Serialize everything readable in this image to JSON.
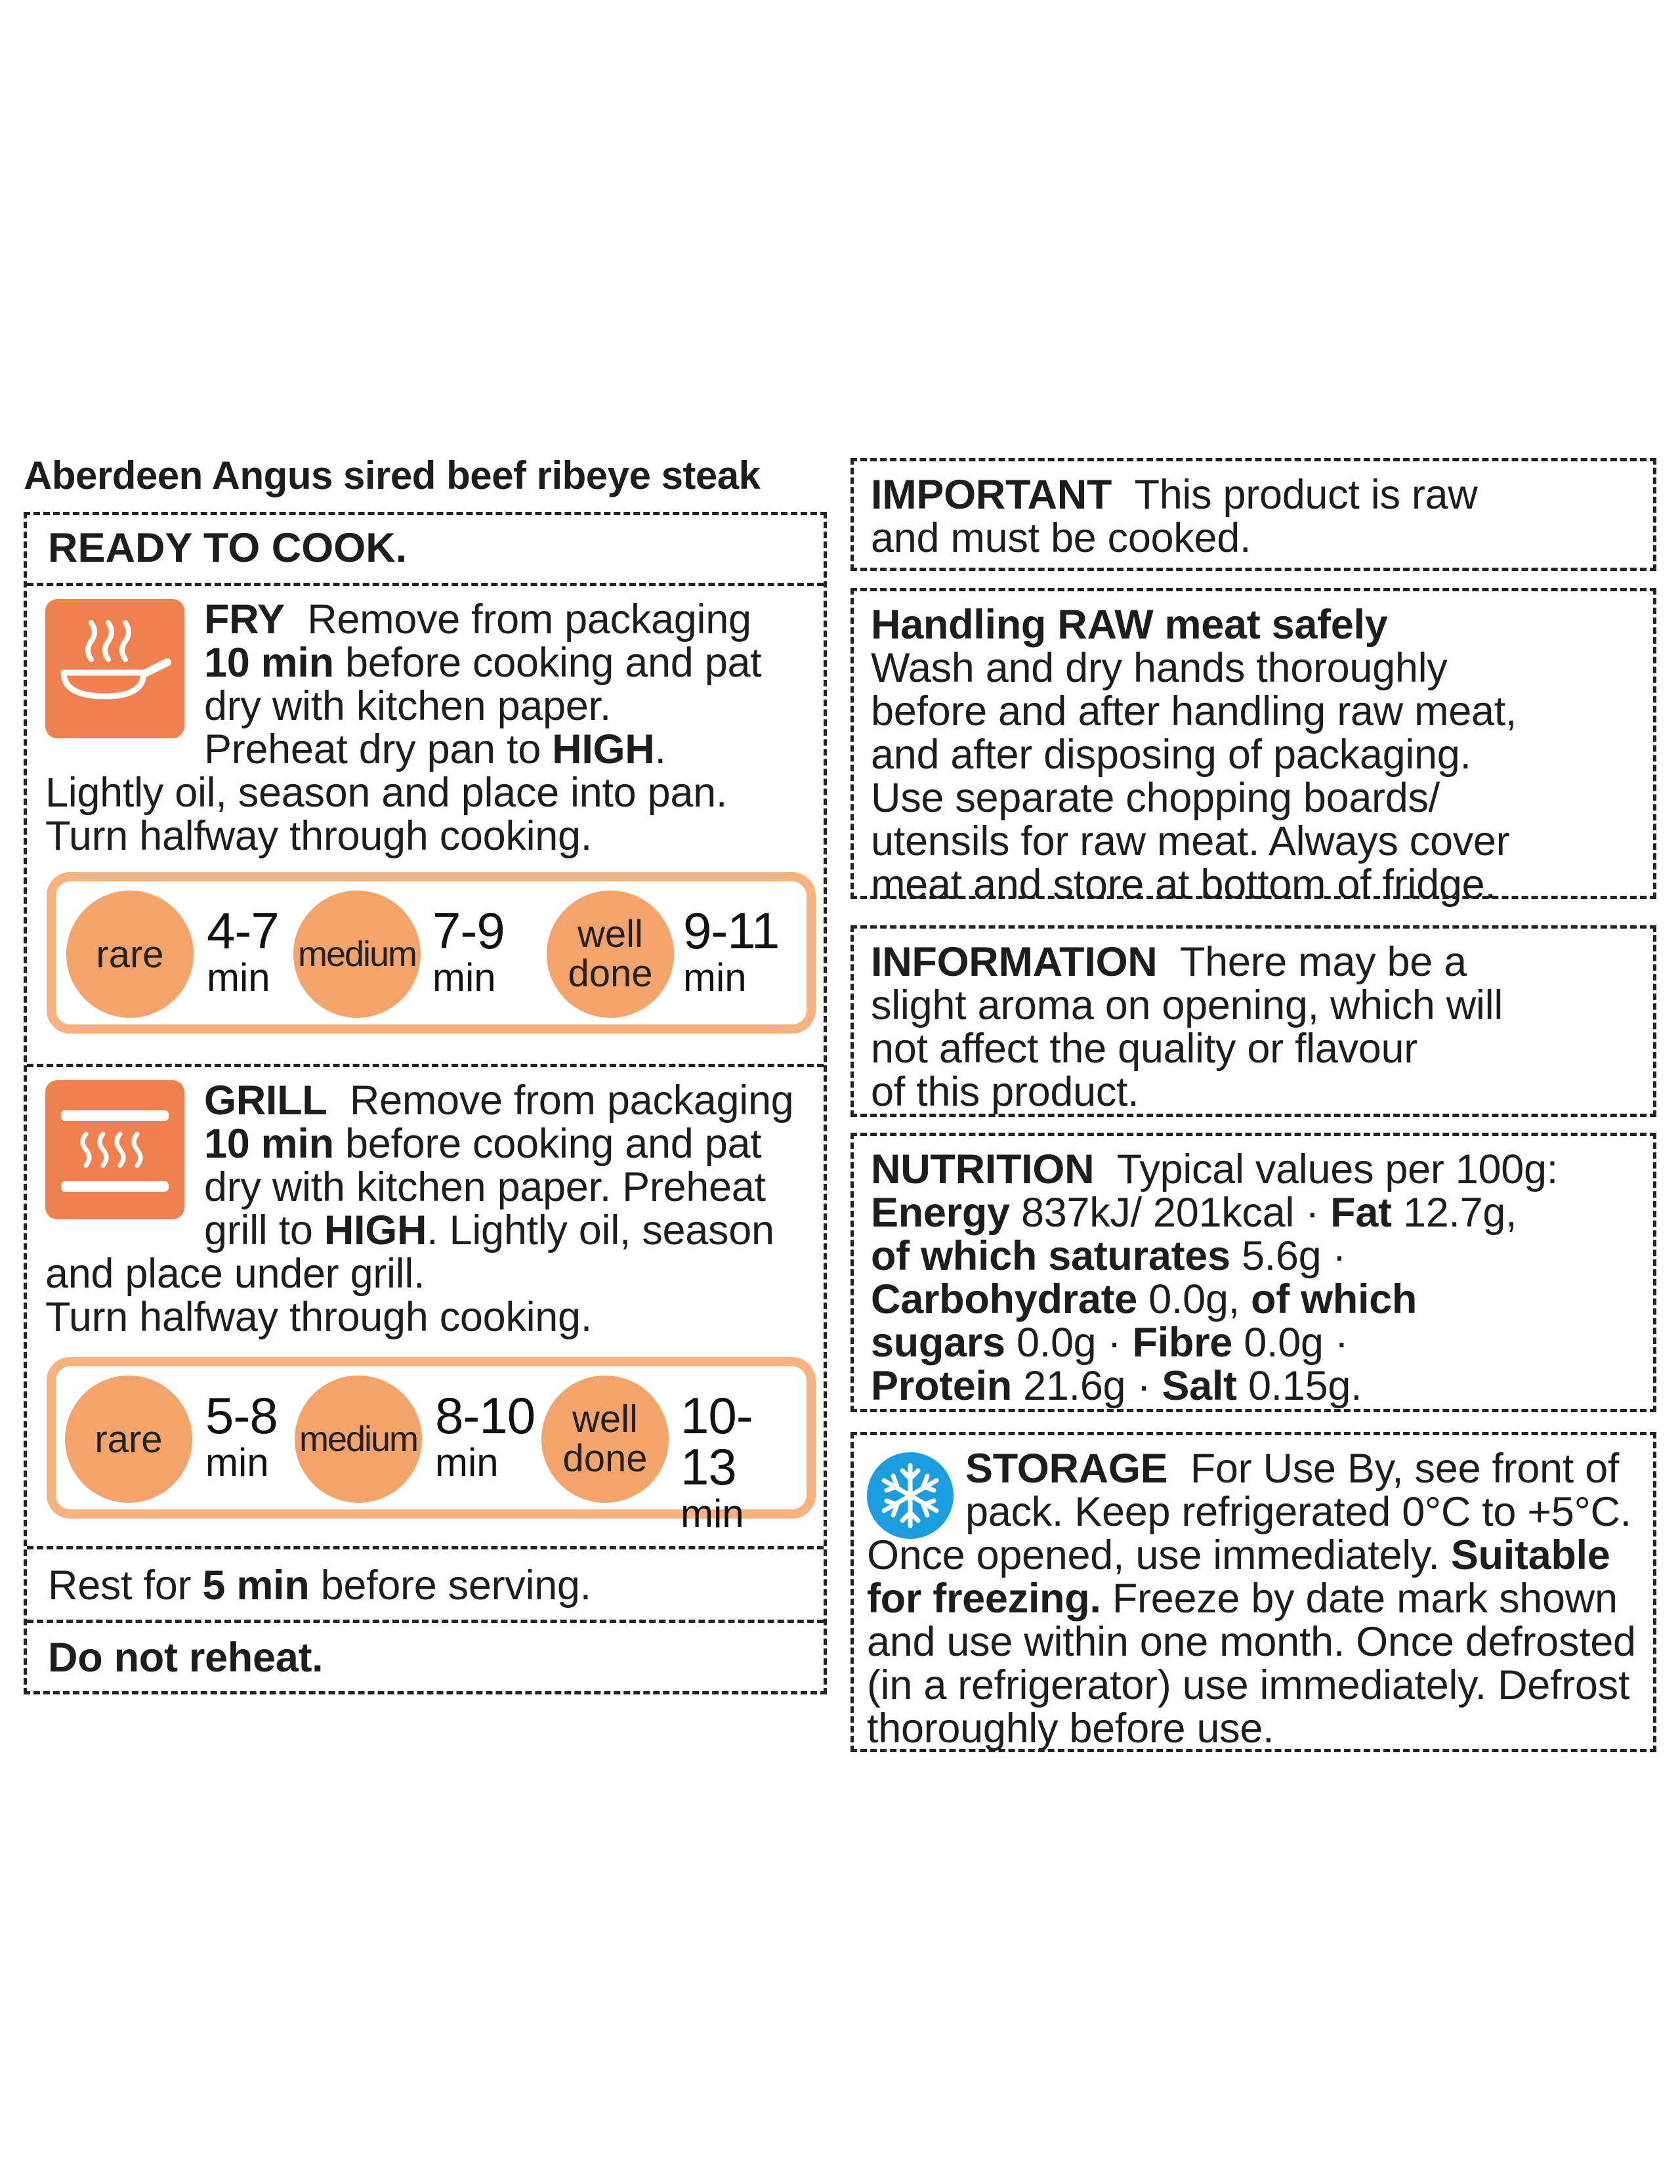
{
  "product_title": "Aberdeen Angus sired beef ribeye steak",
  "left": {
    "ready_heading": "READY TO COOK.",
    "fry": {
      "icon": "frying-pan-icon",
      "heading": "FRY",
      "lines": [
        {
          "pre": "",
          "bold": "",
          "post": "Remove from packaging"
        },
        {
          "pre": "",
          "bold": "10 min",
          "post": " before cooking and pat"
        },
        {
          "pre": "dry with kitchen paper.",
          "bold": "",
          "post": ""
        },
        {
          "pre": "Preheat dry pan to ",
          "bold": "HIGH",
          "post": "."
        },
        {
          "pre": "Lightly oil, season and place into pan.",
          "bold": "",
          "post": ""
        },
        {
          "pre": "Turn halfway through cooking.",
          "bold": "",
          "post": ""
        }
      ],
      "times": [
        {
          "label1": "rare",
          "label2": "",
          "range": "4-7",
          "unit": "min"
        },
        {
          "label1": "medium",
          "label2": "",
          "range": "7-9",
          "unit": "min"
        },
        {
          "label1": "well",
          "label2": "done",
          "range": "9-11",
          "unit": "min"
        }
      ]
    },
    "grill": {
      "icon": "grill-icon",
      "heading": "GRILL",
      "lines": [
        {
          "pre": "",
          "bold": "",
          "post": "Remove from packaging"
        },
        {
          "pre": "",
          "bold": "10 min",
          "post": " before cooking and pat"
        },
        {
          "pre": "dry with kitchen paper. Preheat",
          "bold": "",
          "post": ""
        },
        {
          "pre": "grill to ",
          "bold": "HIGH",
          "post": ". Lightly oil, season"
        },
        {
          "pre": "and place under grill.",
          "bold": "",
          "post": ""
        },
        {
          "pre": "Turn halfway through cooking.",
          "bold": "",
          "post": ""
        }
      ],
      "times": [
        {
          "label1": "rare",
          "label2": "",
          "range": "5-8",
          "unit": "min"
        },
        {
          "label1": "medium",
          "label2": "",
          "range": "8-10",
          "unit": "min"
        },
        {
          "label1": "well",
          "label2": "done",
          "range": "10-13",
          "unit": "min"
        }
      ]
    },
    "rest": {
      "pre": "Rest for ",
      "bold": "5 min",
      "post": " before serving."
    },
    "reheat": "Do not reheat."
  },
  "right": {
    "important": {
      "heading": "IMPORTANT",
      "line1": "This product is raw",
      "line2": "and must be cooked."
    },
    "handling": {
      "heading": "Handling RAW meat safely",
      "lines": [
        "Wash and dry hands thoroughly",
        "before and after handling raw meat,",
        "and after disposing of packaging.",
        "Use separate chopping boards/",
        "utensils for raw meat. Always cover",
        "meat and store at bottom of fridge."
      ]
    },
    "information": {
      "heading": "INFORMATION",
      "line1": "There may be a",
      "lines": [
        "slight aroma on opening, which will",
        "not affect the quality or flavour",
        "of this product."
      ]
    },
    "nutrition": {
      "heading": "NUTRITION",
      "intro": "Typical values per 100g:",
      "energy_label": "Energy",
      "energy_value": " 837kJ/ 201kcal · ",
      "fat_label": "Fat",
      "fat_value": " 12.7g,",
      "saturates_label": "of which saturates",
      "saturates_value": " 5.6g ·",
      "carb_label": "Carbohydrate",
      "carb_value": " 0.0g, ",
      "ofwhich_label": "of which",
      "sugars_label": "sugars",
      "sugars_value": " 0.0g · ",
      "fibre_label": "Fibre",
      "fibre_value": " 0.0g ·",
      "protein_label": "Protein",
      "protein_value": " 21.6g · ",
      "salt_label": "Salt",
      "salt_value": " 0.15g."
    },
    "storage": {
      "icon": "snowflake-icon",
      "heading": "STORAGE",
      "line1": "For Use By, see front of",
      "line2": "pack. Keep refrigerated 0°C to +5°C.",
      "line3_pre": "Once opened, use immediately. ",
      "line3_bold": "Suitable",
      "line4_bold": "for freezing.",
      "line4_post": " Freeze by date mark shown",
      "lines": [
        "and use within one month. Once defrosted",
        "(in a refrigerator) use immediately. Defrost",
        "thoroughly before use."
      ]
    }
  }
}
